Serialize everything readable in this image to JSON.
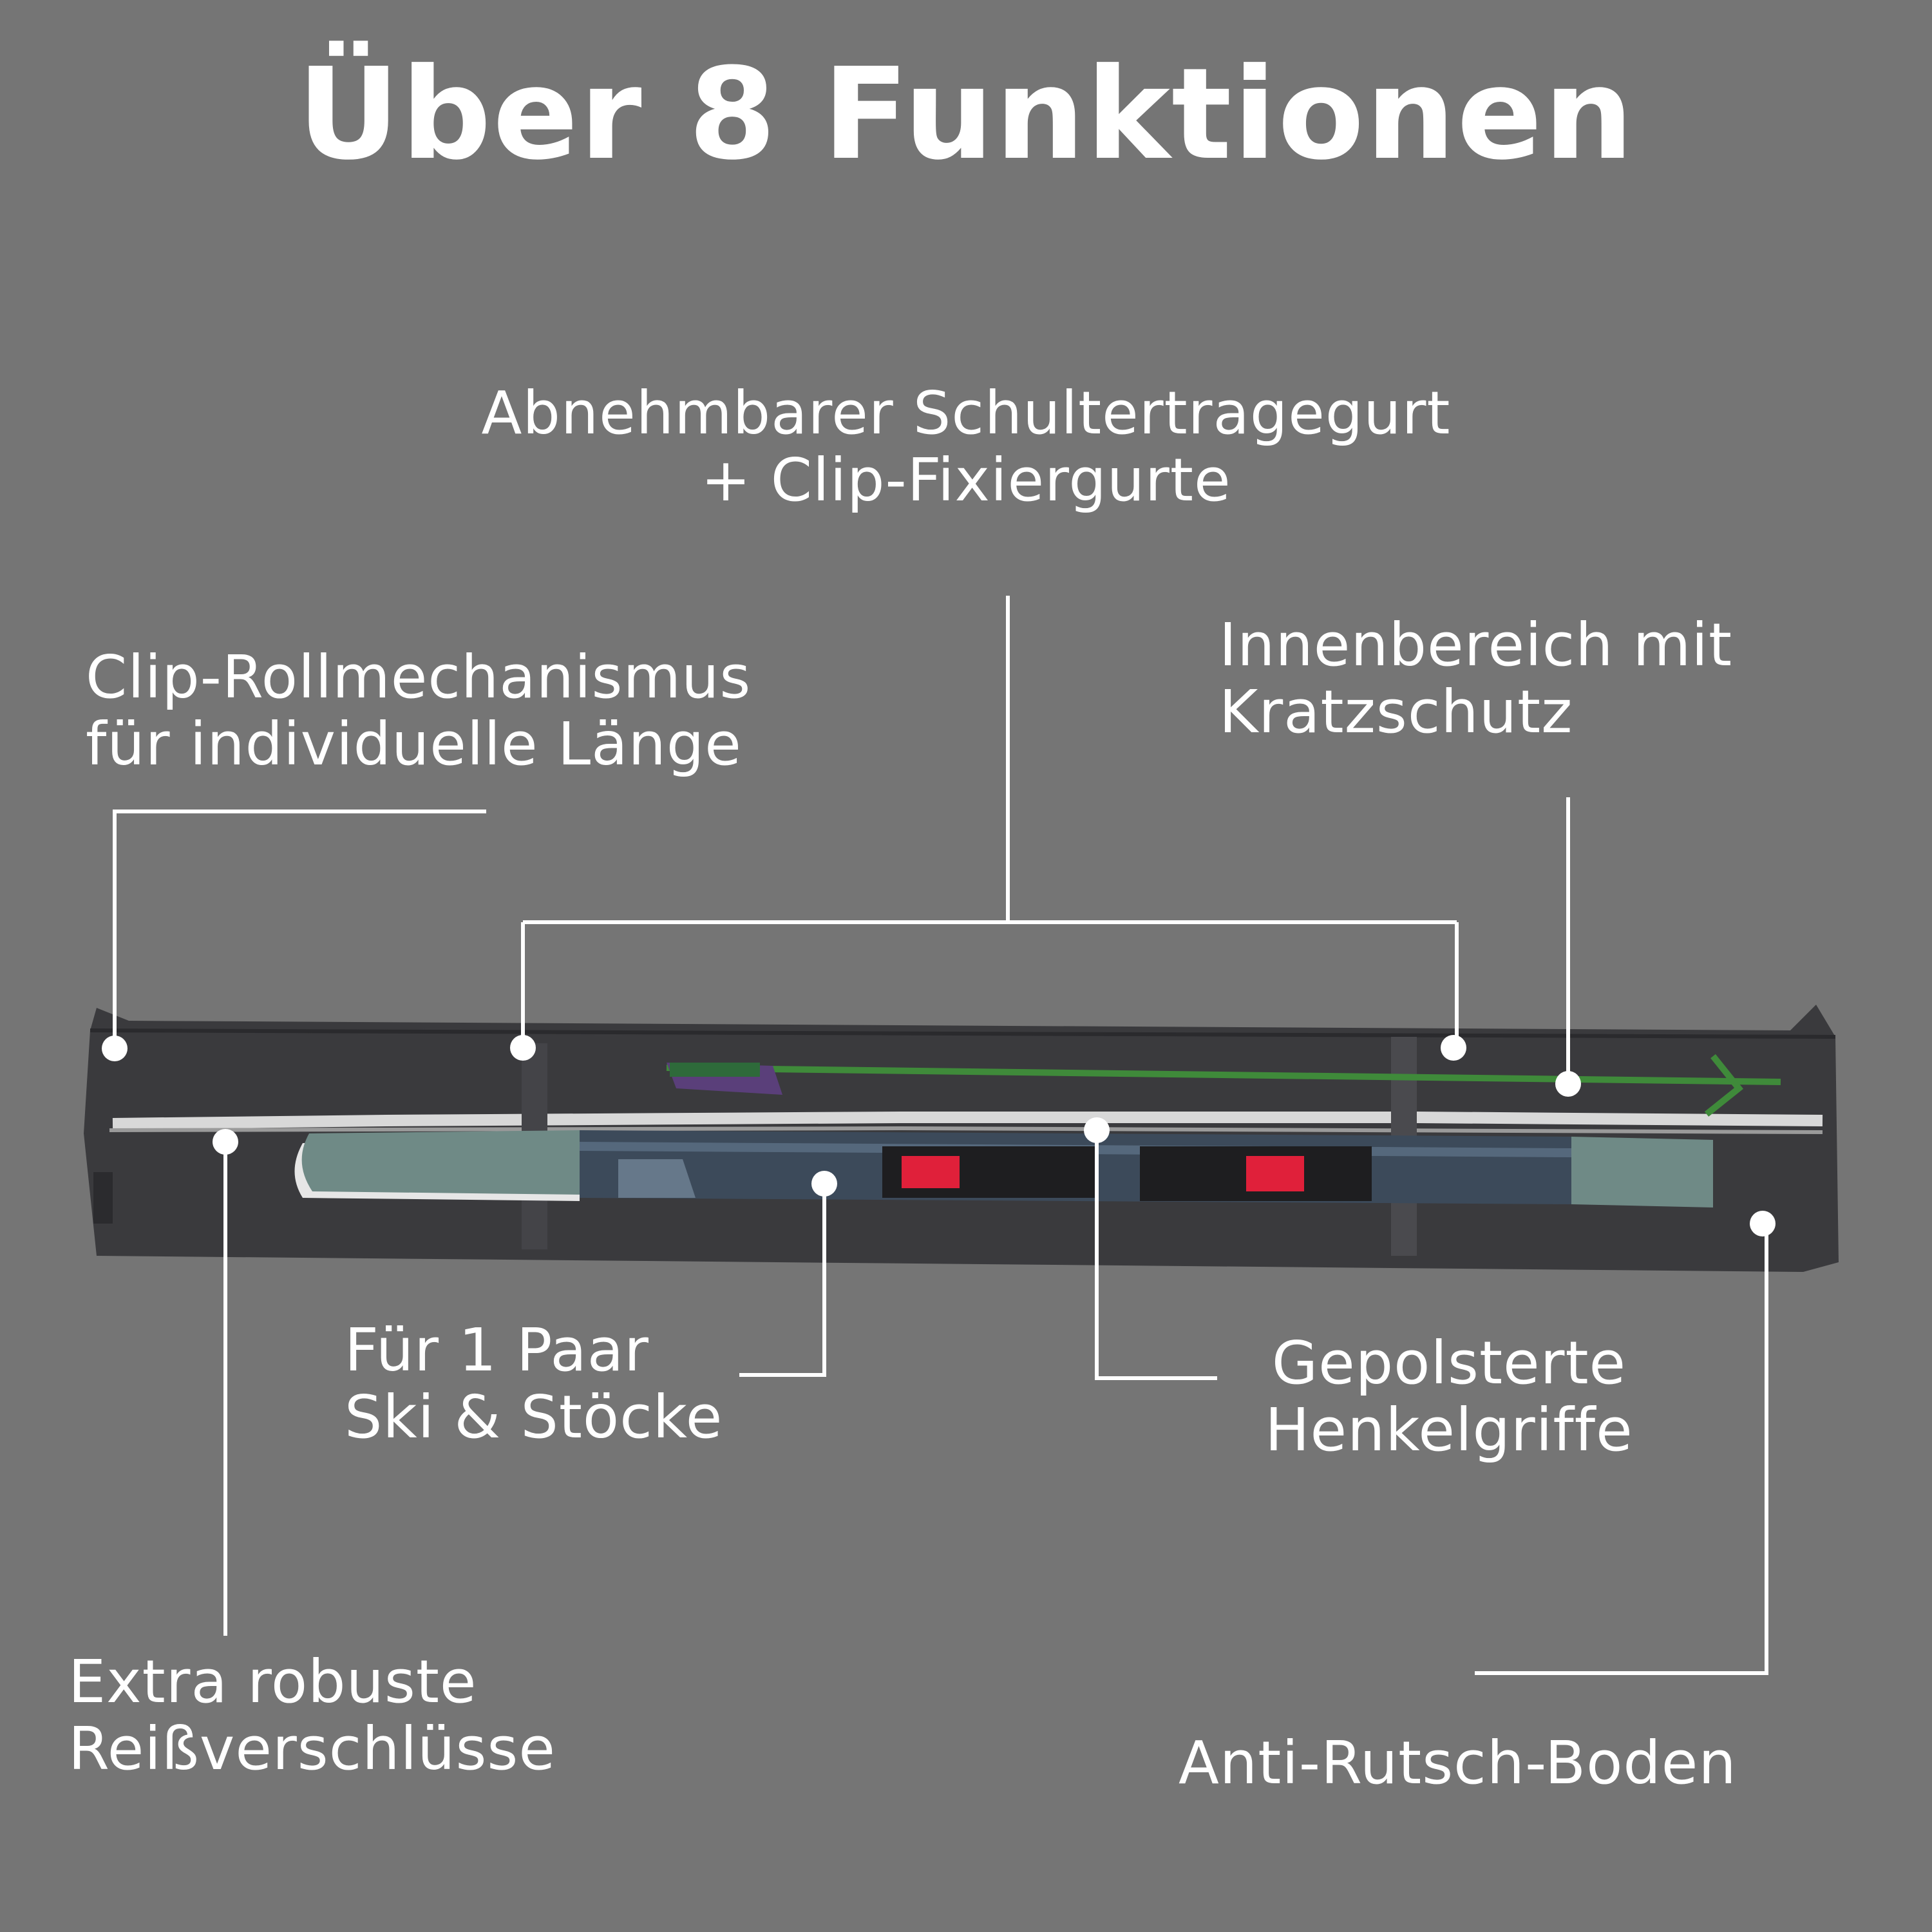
{
  "title": "Über 8 Funktionen",
  "features": {
    "strap": {
      "line1": "Abnehmbarer Schultertragegurt",
      "line2": "+ Clip-Fixiergurte"
    },
    "roll": {
      "line1": "Clip-Rollmechanismus",
      "line2": "für individuelle Länge"
    },
    "inner": {
      "line1": "Innenbereich mit",
      "line2": "Kratzschutz"
    },
    "capacity": {
      "line1": "Für 1 Paar",
      "line2": "Ski & Stöcke"
    },
    "handles": {
      "line1": "Gepolsterte",
      "line2": "Henkelgriffe"
    },
    "zippers": {
      "line1": "Extra robuste",
      "line2": "Reißverschlüsse"
    },
    "bottom": {
      "line1": "Anti-Rutsch-Boden"
    }
  },
  "colors": {
    "background": "#757575",
    "text": "#ffffff",
    "bag": "#3a3a3d",
    "ski_top": "#6f8a86",
    "ski_base": "#3c4a5a",
    "binding_red": "#e0203a",
    "pole_green": "#3f8a3a"
  },
  "icons": [
    "ski-bag-image",
    "ski-pair-image",
    "ski-pole-image",
    "callout-dot-icon"
  ]
}
